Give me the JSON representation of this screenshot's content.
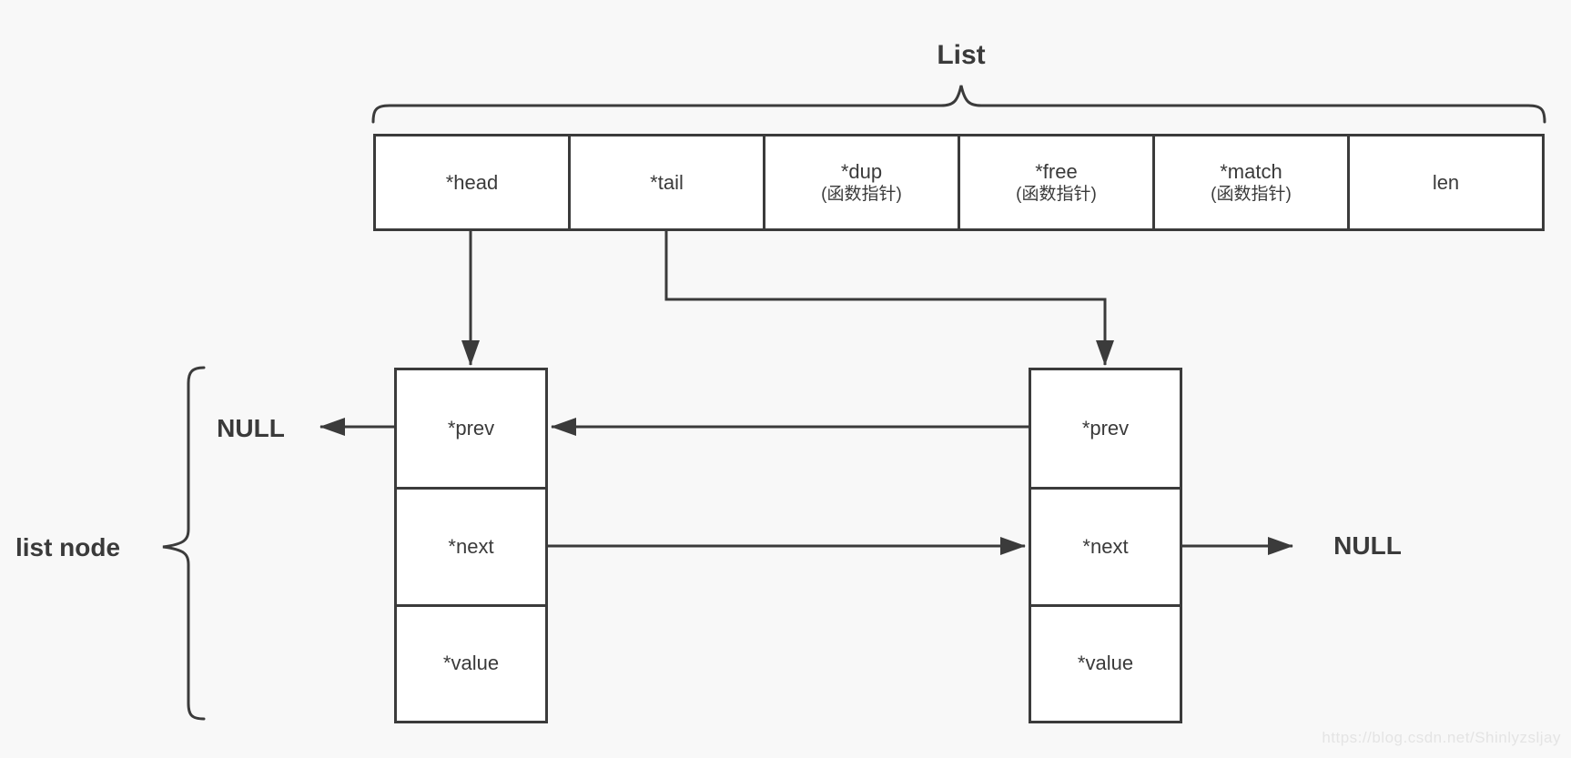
{
  "title": "List",
  "list_table": {
    "cells": [
      {
        "label": "*head",
        "sub": ""
      },
      {
        "label": "*tail",
        "sub": ""
      },
      {
        "label": "*dup",
        "sub": "(函数指针)"
      },
      {
        "label": "*free",
        "sub": "(函数指针)"
      },
      {
        "label": "*match",
        "sub": "(函数指针)"
      },
      {
        "label": "len",
        "sub": ""
      }
    ]
  },
  "nodes": [
    {
      "fields": [
        "*prev",
        "*next",
        "*value"
      ]
    },
    {
      "fields": [
        "*prev",
        "*next",
        "*value"
      ]
    }
  ],
  "labels": {
    "list_node": "list node",
    "null_left": "NULL",
    "null_right": "NULL"
  },
  "watermark": "https://blog.csdn.net/Shinlyzsljay",
  "colors": {
    "background": "#f8f8f8",
    "line": "#3b3b3b",
    "text": "#3a3a3a",
    "cell_background": "#ffffff",
    "watermark_text": "#e4e4e4"
  }
}
